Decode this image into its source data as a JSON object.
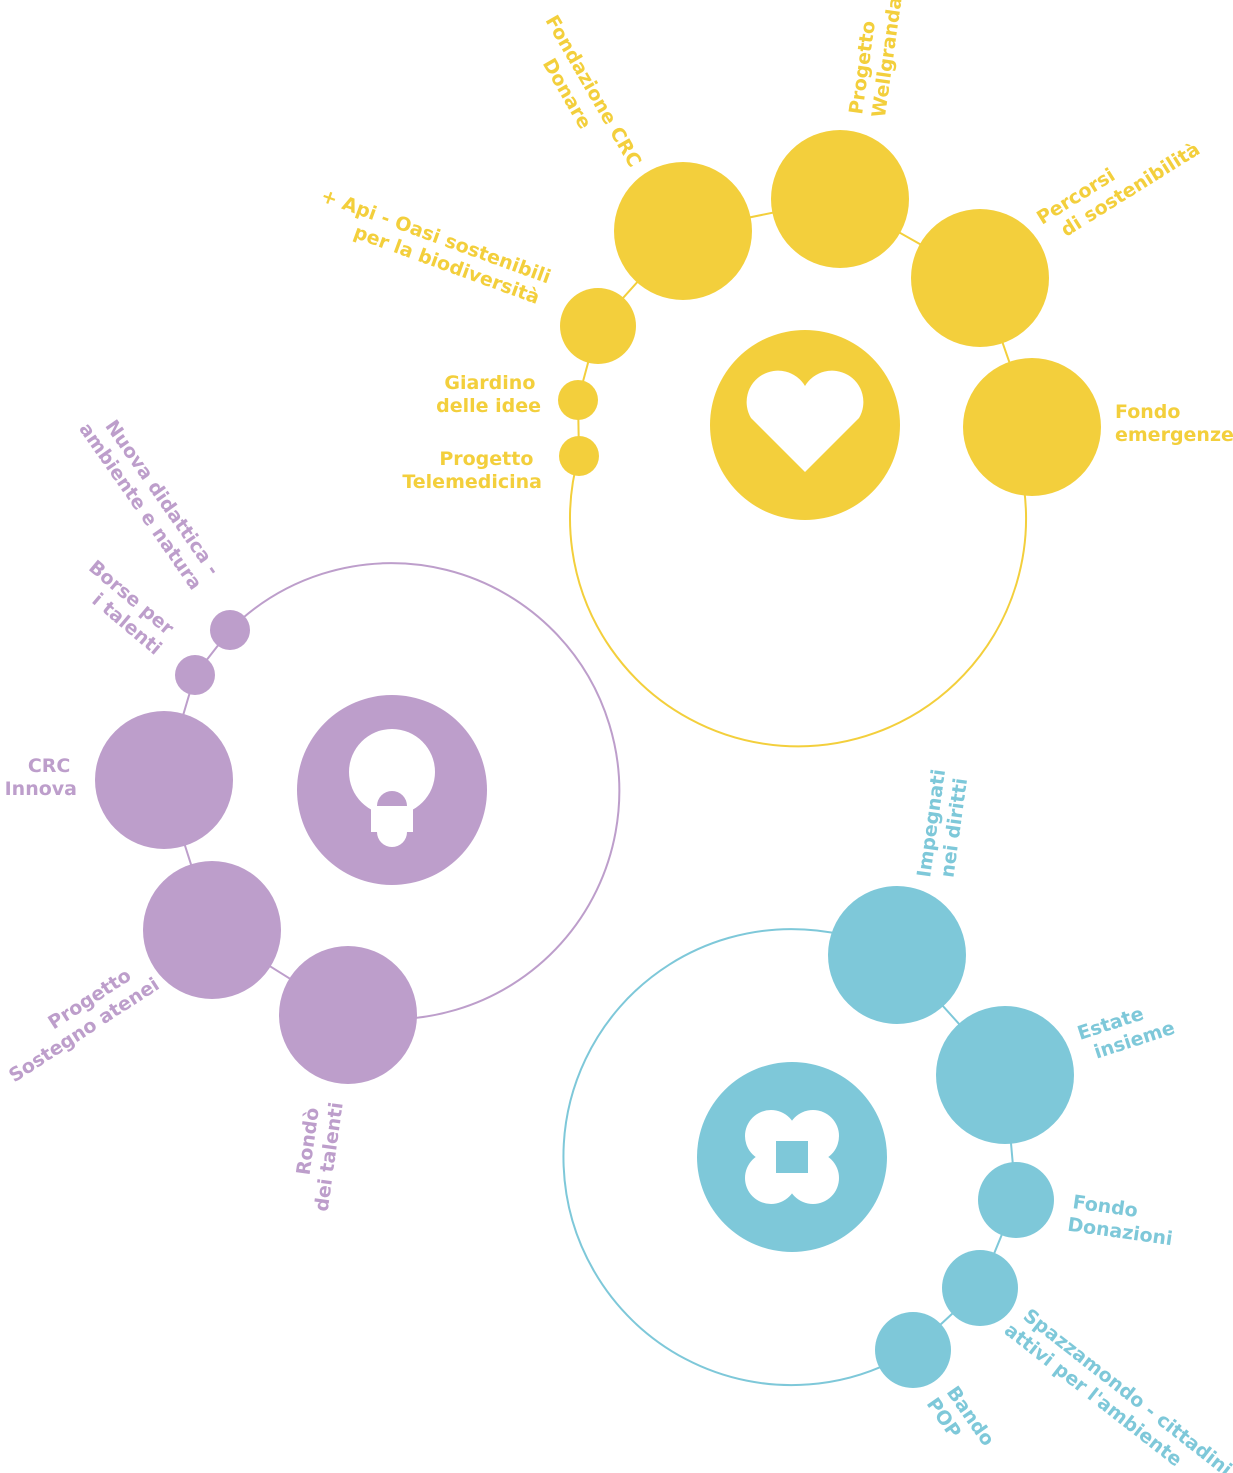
{
  "colors": {
    "yellow": "#f3cf3c",
    "purple": "#bd9ecb",
    "cyan": "#7ec8d9",
    "background": "#ffffff"
  },
  "groups": {
    "yellow": {
      "center_icon": "heart-icon",
      "labels": {
        "fondazione": [
          "Fondazione CRC",
          "Donare"
        ],
        "wellgranda": [
          "Progetto",
          "Wellgranda"
        ],
        "percorsi": [
          "Percorsi",
          "di sostenibilità"
        ],
        "api": [
          "+ Api - Oasi sostenibili",
          "per la biodiversità"
        ],
        "giardino": [
          "Giardino",
          "delle idee"
        ],
        "telemedicina": [
          "Progetto",
          "Telemedicina"
        ],
        "fondo_emergenze": [
          "Fondo",
          "emergenze"
        ]
      }
    },
    "purple": {
      "center_icon": "lightbulb-icon",
      "labels": {
        "nuova_didattica": [
          "Nuova didattica -",
          "ambiente e natura"
        ],
        "borse": [
          "Borse per",
          "i talenti"
        ],
        "crc_innova": [
          "CRC",
          "Innova"
        ],
        "sostegno": [
          "Progetto",
          "Sostegno atenei"
        ],
        "rondo": [
          "Rondò",
          "dei talenti"
        ]
      }
    },
    "cyan": {
      "center_icon": "clover-icon",
      "labels": {
        "impegnati": [
          "Impegnati",
          "nei diritti"
        ],
        "estate": [
          "Estate",
          "insieme"
        ],
        "fondo_donazioni": [
          "Fondo",
          "Donazioni"
        ],
        "spazzamondo": [
          "Spazzamondo - cittadini",
          "attivi per l'ambiente"
        ],
        "bando": [
          "Bando",
          "POP"
        ]
      }
    }
  }
}
